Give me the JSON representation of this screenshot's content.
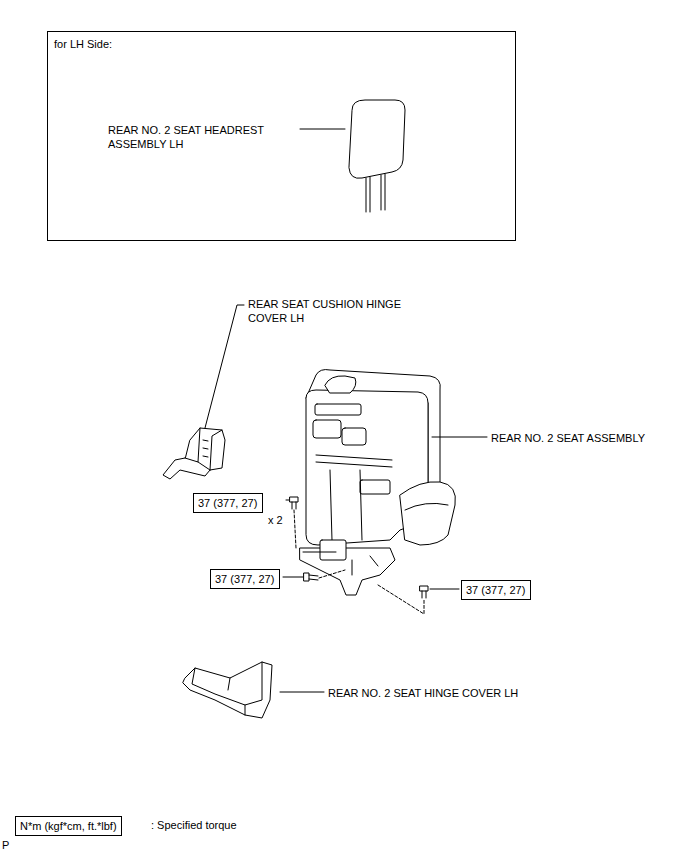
{
  "diagram": {
    "nodes": [
      {
        "text": [
          "for LH Side:",
          "REAR NO. 2 SEAT HEADREST ASSEMBLY LH"
        ]
      },
      {
        "text": [
          "37 (377, 27)"
        ]
      },
      {
        "text": [
          "37 (377, 27)"
        ]
      },
      {
        "text": [
          "37 (377, 27)"
        ]
      },
      {
        "text": [
          "N*m (kgf*cm, ft.*lbf)"
        ]
      }
    ],
    "labels": [
      "REAR SEAT CUSHION HINGE COVER LH",
      "REAR NO. 2 SEAT ASSEMBLY",
      "x 2",
      "REAR NO. 2 SEAT HINGE COVER LH",
      ": Specified torque",
      "P"
    ]
  }
}
